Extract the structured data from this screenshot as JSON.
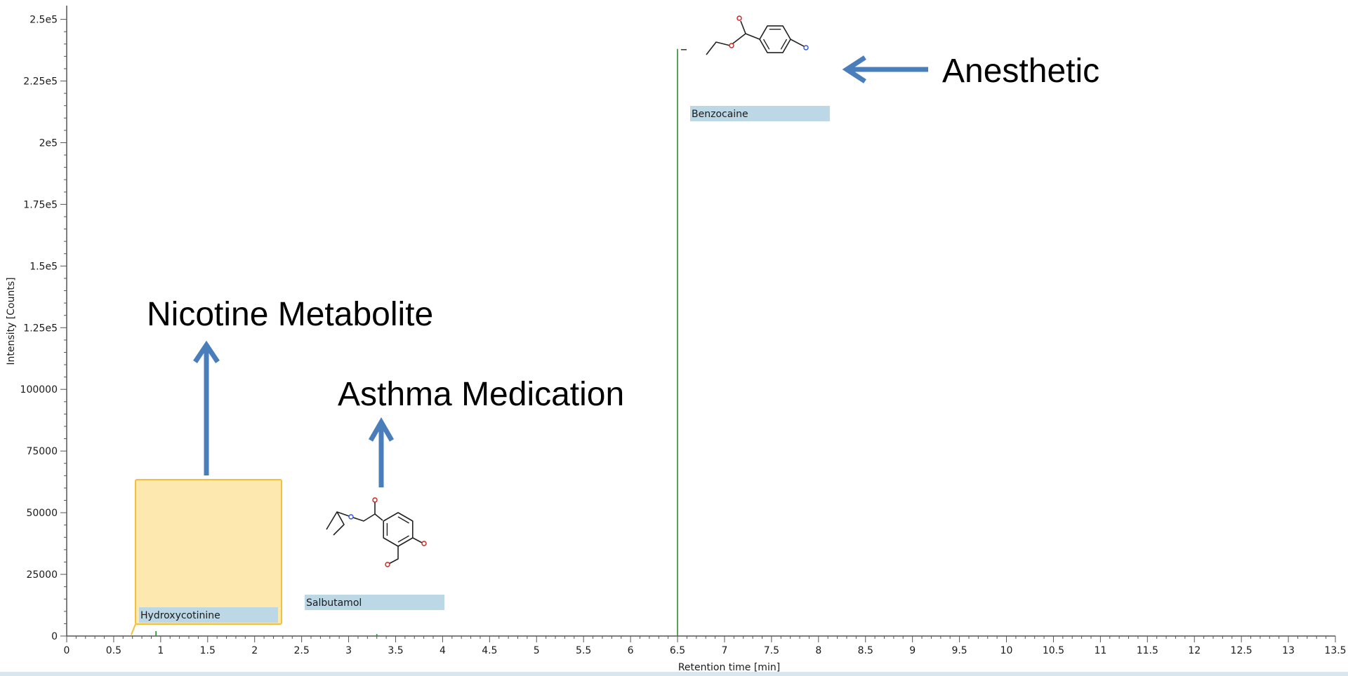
{
  "chart_data": {
    "type": "line",
    "xlabel": "Retention time [min]",
    "ylabel": "Intensity [Counts]",
    "xlim": [
      0,
      13.5
    ],
    "ylim": [
      0,
      255000
    ],
    "x_ticks": [
      "0",
      "0.5",
      "1",
      "1.5",
      "2",
      "2.5",
      "3",
      "3.5",
      "4",
      "4.5",
      "5",
      "5.5",
      "6",
      "6.5",
      "7",
      "7.5",
      "8",
      "8.5",
      "9",
      "9.5",
      "10",
      "10.5",
      "11",
      "11.5",
      "12",
      "12.5",
      "13",
      "13.5"
    ],
    "y_ticks": [
      {
        "value": 0,
        "label": "0"
      },
      {
        "value": 25000,
        "label": "25000"
      },
      {
        "value": 50000,
        "label": "50000"
      },
      {
        "value": 75000,
        "label": "75000"
      },
      {
        "value": 100000,
        "label": "100000"
      },
      {
        "value": 125000,
        "label": "1.25e5"
      },
      {
        "value": 150000,
        "label": "1.5e5"
      },
      {
        "value": 175000,
        "label": "1.75e5"
      },
      {
        "value": 200000,
        "label": "2e5"
      },
      {
        "value": 225000,
        "label": "2.25e5"
      },
      {
        "value": 250000,
        "label": "2.5e5"
      }
    ],
    "grid": false,
    "peaks": [
      {
        "compound": "Hydroxycotinine",
        "rt": 0.95,
        "intensity": 2000,
        "color": "#2e8b2e",
        "highlighted": true
      },
      {
        "compound": "Salbutamol",
        "rt": 3.3,
        "intensity": 800,
        "color": "#2e8b2e",
        "highlighted": false
      },
      {
        "compound": "Benzocaine",
        "rt": 6.5,
        "intensity": 238000,
        "color": "#2e8b2e",
        "highlighted": false
      }
    ],
    "annotations": [
      {
        "text": "Nicotine Metabolite",
        "target": "Hydroxycotinine",
        "arrow": "up"
      },
      {
        "text": "Asthma Medication",
        "target": "Salbutamol",
        "arrow": "up"
      },
      {
        "text": "Anesthetic",
        "target": "Benzocaine",
        "arrow": "left"
      }
    ]
  },
  "colors": {
    "axis": "#555555",
    "trace": "#2e8b2e",
    "label_bg": "#bcd8e6",
    "highlight_bg": "#fde8b0",
    "highlight_border": "#f2c13c",
    "arrow": "#4a7ebb"
  }
}
